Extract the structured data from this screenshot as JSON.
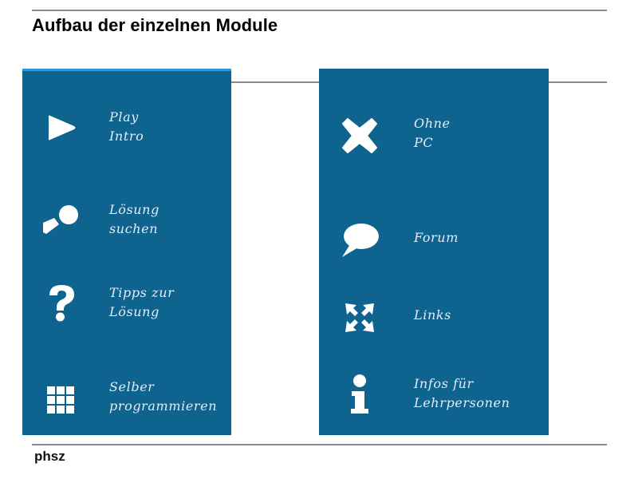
{
  "header": {
    "title": "Aufbau der einzelnen Module"
  },
  "footer": {
    "brand": "phsz"
  },
  "colors": {
    "panel": "#0f638f",
    "panel_top_accent": "#2b9ad6",
    "label": "#e3eef7",
    "rule": "#8a8a8a"
  },
  "left_panel": {
    "items": [
      {
        "icon": "play-icon",
        "line1": "Play",
        "line2": "Intro"
      },
      {
        "icon": "magnifier-icon",
        "line1": "Lösung",
        "line2": "suchen"
      },
      {
        "icon": "question-mark-icon",
        "line1": "Tipps zur",
        "line2": "Lösung"
      },
      {
        "icon": "grid-icon",
        "line1": "Selber",
        "line2": "programmieren"
      }
    ]
  },
  "right_panel": {
    "items": [
      {
        "icon": "cross-icon",
        "line1": "Ohne",
        "line2": "PC"
      },
      {
        "icon": "speech-bubble-icon",
        "line1": "Forum",
        "line2": ""
      },
      {
        "icon": "expand-arrows-icon",
        "line1": "Links",
        "line2": ""
      },
      {
        "icon": "info-icon",
        "line1": "Infos für",
        "line2": "Lehrpersonen"
      }
    ]
  }
}
